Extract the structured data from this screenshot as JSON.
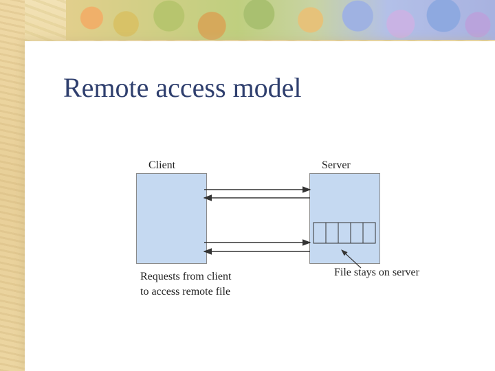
{
  "slide": {
    "title": "Remote access model"
  },
  "diagram": {
    "client_label": "Client",
    "server_label": "Server",
    "requests_caption_line1": "Requests from client",
    "requests_caption_line2": "to access remote file",
    "file_caption": "File stays on server",
    "file_blocks": 5,
    "box_fill": "#c5d9f1",
    "title_color": "#2f3f6e"
  }
}
